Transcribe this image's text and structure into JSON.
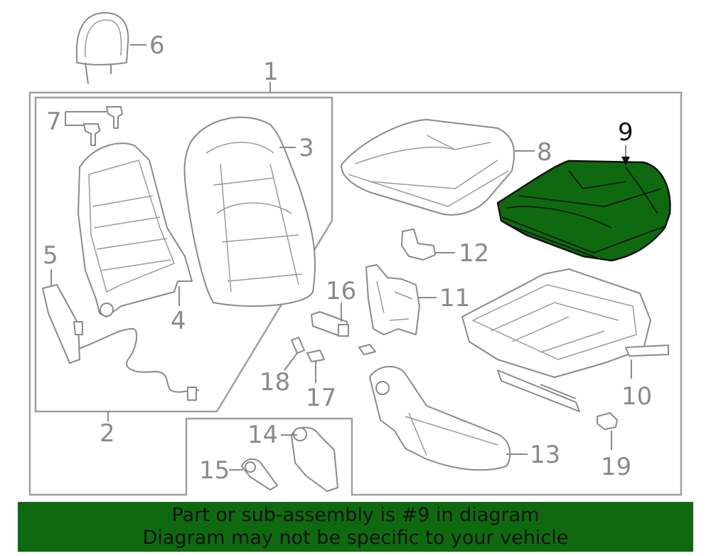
{
  "callouts": {
    "c1": "1",
    "c2": "2",
    "c3": "3",
    "c4": "4",
    "c5": "5",
    "c6": "6",
    "c7": "7",
    "c8": "8",
    "c9": "9",
    "c10": "10",
    "c11": "11",
    "c12": "12",
    "c13": "13",
    "c14": "14",
    "c15": "15",
    "c16": "16",
    "c17": "17",
    "c18": "18",
    "c19": "19"
  },
  "highlight": {
    "part_number": "9",
    "color": "#0f6a0f"
  },
  "banner": {
    "line1": "Part or sub-assembly is #9 in diagram",
    "line2": "Diagram may not be specific to your vehicle"
  }
}
